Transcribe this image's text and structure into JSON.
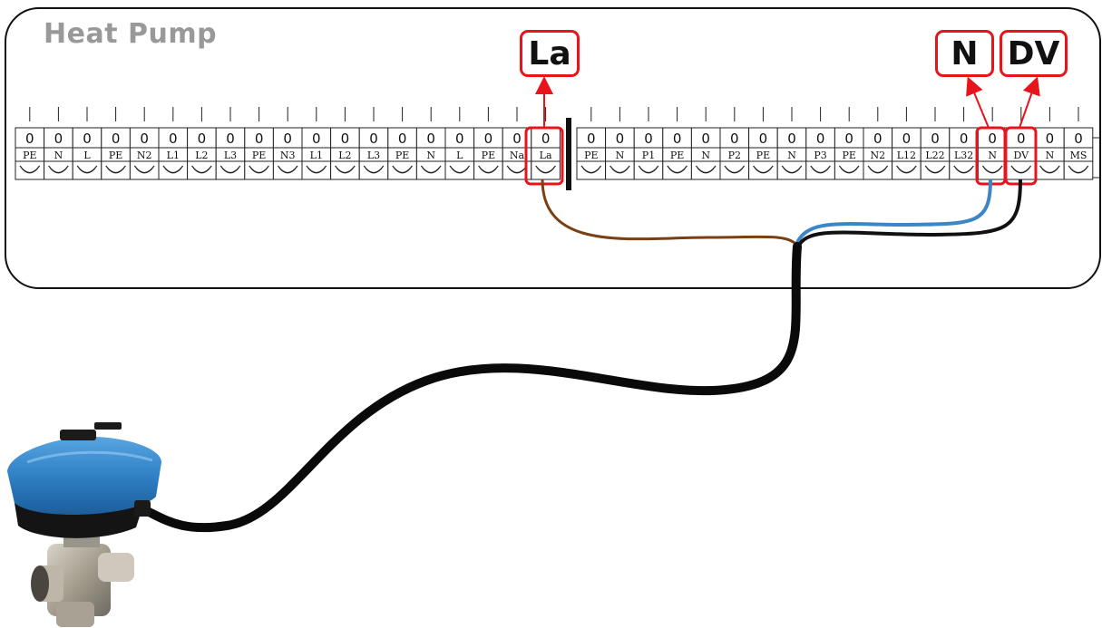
{
  "title": "Heat Pump",
  "callouts": {
    "la": "La",
    "n": "N",
    "dv": "DV"
  },
  "terminal_block_left": [
    {
      "zero": "0",
      "label": "PE"
    },
    {
      "zero": "0",
      "label": "N"
    },
    {
      "zero": "0",
      "label": "L"
    },
    {
      "zero": "0",
      "label": "PE"
    },
    {
      "zero": "0",
      "label": "N2"
    },
    {
      "zero": "0",
      "label": "L1"
    },
    {
      "zero": "0",
      "label": "L2"
    },
    {
      "zero": "0",
      "label": "L3"
    },
    {
      "zero": "0",
      "label": "PE"
    },
    {
      "zero": "0",
      "label": "N3"
    },
    {
      "zero": "0",
      "label": "L1"
    },
    {
      "zero": "0",
      "label": "L2"
    },
    {
      "zero": "0",
      "label": "L3"
    },
    {
      "zero": "0",
      "label": "PE"
    },
    {
      "zero": "0",
      "label": "N"
    },
    {
      "zero": "0",
      "label": "L"
    },
    {
      "zero": "0",
      "label": "PE"
    },
    {
      "zero": "0",
      "label": "Na"
    },
    {
      "zero": "0",
      "label": "La"
    }
  ],
  "terminal_block_right": [
    {
      "zero": "0",
      "label": "PE"
    },
    {
      "zero": "0",
      "label": "N"
    },
    {
      "zero": "0",
      "label": "P1"
    },
    {
      "zero": "0",
      "label": "PE"
    },
    {
      "zero": "0",
      "label": "N"
    },
    {
      "zero": "0",
      "label": "P2"
    },
    {
      "zero": "0",
      "label": "PE"
    },
    {
      "zero": "0",
      "label": "N"
    },
    {
      "zero": "0",
      "label": "P3"
    },
    {
      "zero": "0",
      "label": "PE"
    },
    {
      "zero": "0",
      "label": "N2"
    },
    {
      "zero": "0",
      "label": "L12"
    },
    {
      "zero": "0",
      "label": "L22"
    },
    {
      "zero": "0",
      "label": "L32"
    },
    {
      "zero": "0",
      "label": "N"
    },
    {
      "zero": "0",
      "label": "DV"
    },
    {
      "zero": "0",
      "label": "N"
    },
    {
      "zero": "0",
      "label": "MS"
    }
  ],
  "colors": {
    "brown_wire": "#7a3f12",
    "blue_wire": "#3d86c6",
    "black_wire": "#111111",
    "callout_red": "#e8141c",
    "valve_actuator_blue": "#2f80c6"
  }
}
